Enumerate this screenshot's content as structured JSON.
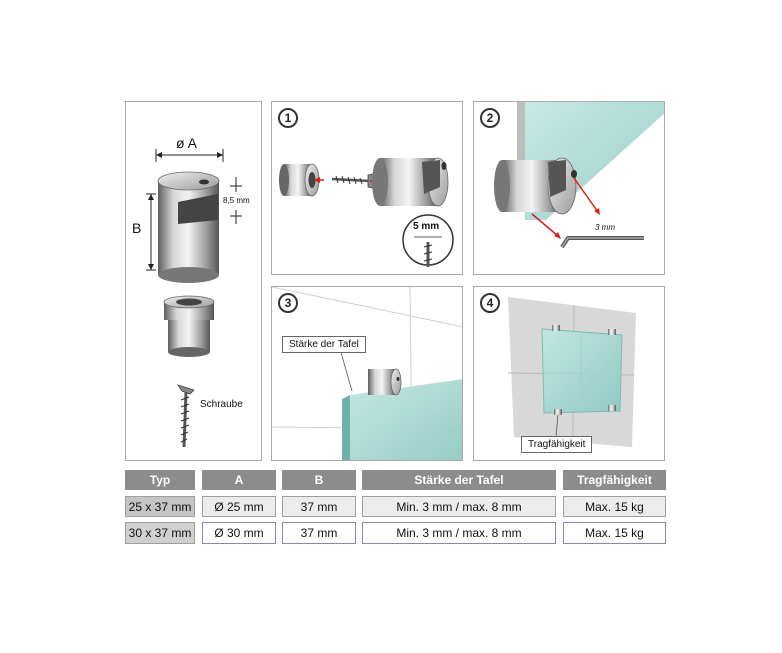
{
  "panel_left": {
    "dimension_a": "ø A",
    "dimension_b": "B",
    "dimension_depth": "8,5 mm",
    "screw_label": "Schraube"
  },
  "step1": {
    "number": "1",
    "hex_size": "5 mm"
  },
  "step2": {
    "number": "2",
    "key_size": "3 mm"
  },
  "step3": {
    "number": "3",
    "callout": "Stärke der Tafel"
  },
  "step4": {
    "number": "4",
    "callout": "Tragfähigkeit"
  },
  "table": {
    "headers": [
      "Typ",
      "A",
      "B",
      "Stärke der Tafel",
      "Tragfähigkeit"
    ],
    "rows": [
      [
        "25 x 37 mm",
        "Ø 25 mm",
        "37 mm",
        "Min. 3 mm / max. 8 mm",
        "Max. 15 kg"
      ],
      [
        "30 x 37 mm",
        "Ø 30 mm",
        "37 mm",
        "Min. 3 mm / max. 8 mm",
        "Max. 15 kg"
      ]
    ]
  },
  "colors": {
    "glass": "#a8d8d2",
    "arrow": "#d81e1e",
    "metal_dark": "#6b6b6b",
    "metal_light": "#e8e8e8",
    "table_header": "#8c8c8c"
  }
}
